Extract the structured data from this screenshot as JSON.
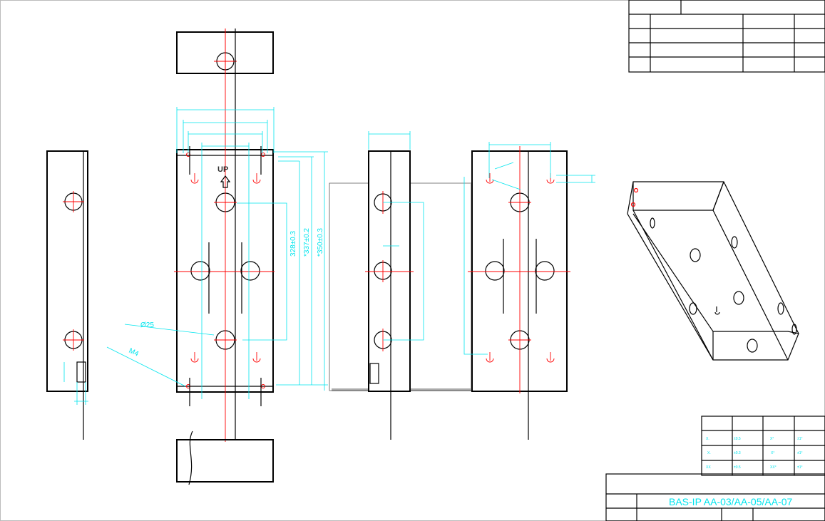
{
  "drawing": {
    "title": "BAS-IP AA-03/AA-05/AA-07",
    "up_label": "UP",
    "dim_328": "328±0.3",
    "dim_337": "*337±0.2",
    "dim_350": "*350±0.3",
    "hole_diameter": "Ø25",
    "screw_label": "M4"
  },
  "colors": {
    "dimension": "#00e5ee",
    "centerline": "#ff0000",
    "outline": "#000000"
  },
  "tolerance_table": {
    "rows": [
      [
        "X.",
        "±0.5",
        "X°",
        "±1°"
      ],
      [
        "X.",
        "±0.3",
        "X°",
        "±1°"
      ],
      [
        "XX",
        "±0.5",
        "XX°",
        "±1°"
      ]
    ]
  }
}
